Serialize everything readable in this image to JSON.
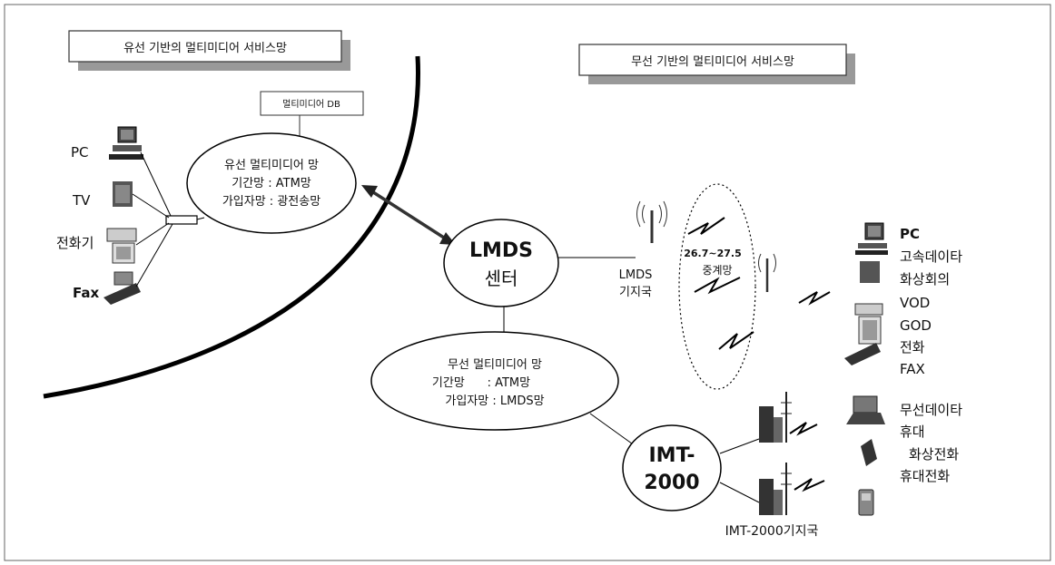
{
  "wired": {
    "title": "유선 기반의 멀티미디어 서비스망",
    "db_label": "멀티미디어 DB",
    "network": [
      "유선 멀티미디어 망",
      "기간망 : ATM망",
      "가입자망 : 광전송망"
    ],
    "devices": [
      "PC",
      "TV",
      "전화기",
      "Fax"
    ]
  },
  "wireless": {
    "title": "무선 기반의 멀티미디어 서비스망"
  },
  "lmds_center": {
    "line1": "LMDS",
    "line2": "센터"
  },
  "lmds_base": {
    "line1": "LMDS",
    "line2": "기지국"
  },
  "relay": {
    "freq": "26.7~27.5",
    "label": "중계망"
  },
  "wireless_network": [
    "무선 멀티미디어 망",
    "기간망      : ATM망",
    "가입자망 : LMDS망"
  ],
  "imt": {
    "line1": "IMT-",
    "line2": "2000",
    "base_label": "IMT-2000기지국"
  },
  "right_services": [
    "PC",
    "고속데이타",
    "화상회의",
    "VOD",
    "GOD",
    "전화",
    "FAX"
  ],
  "mobile_services": [
    "무선데이타",
    "휴대",
    "화상전화",
    "휴대전화"
  ]
}
